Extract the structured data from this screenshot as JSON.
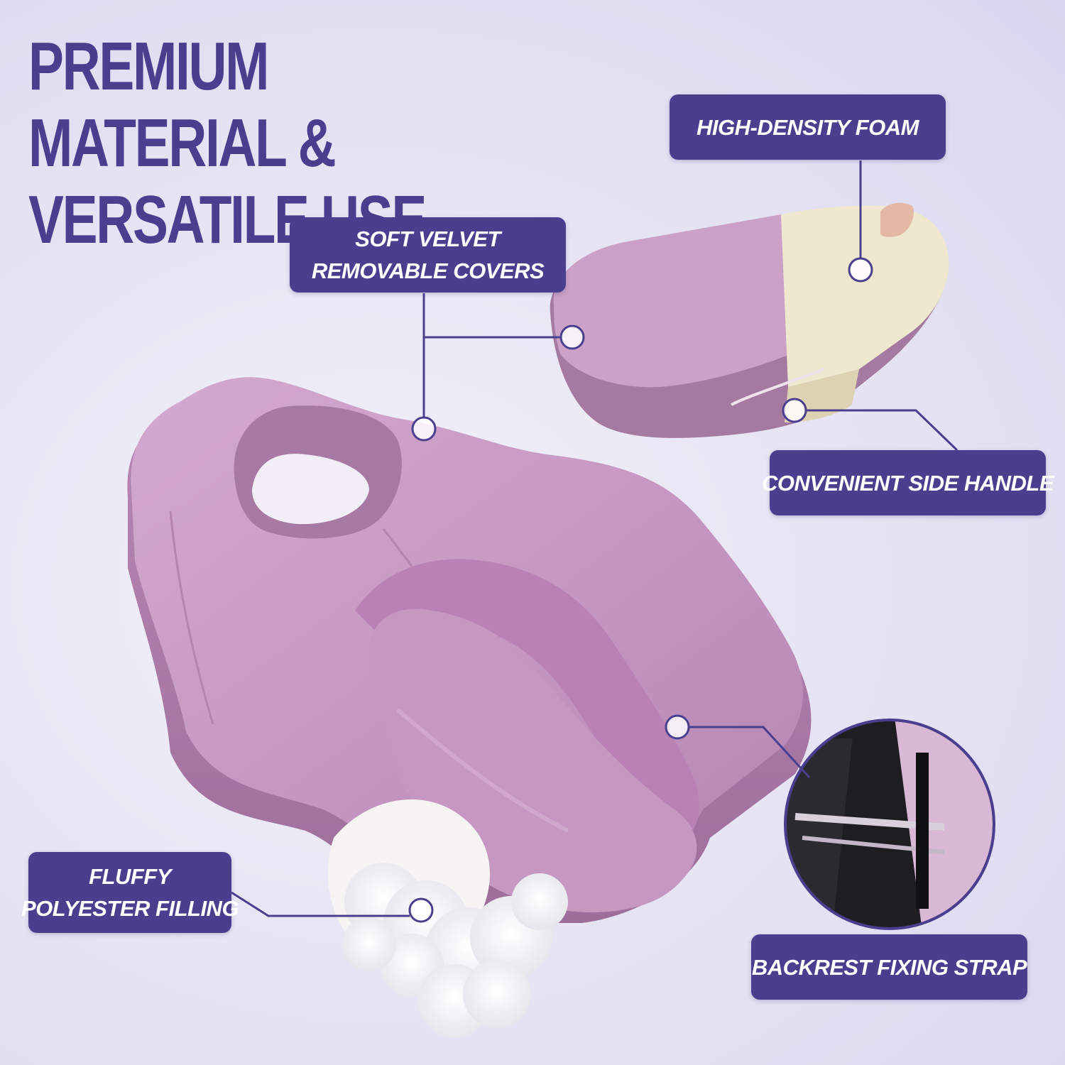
{
  "headline": {
    "line1": "PREMIUM MATERIAL &",
    "line2": "VERSATILE USE"
  },
  "callouts": {
    "foam": {
      "lines": [
        "HIGH-DENSITY FOAM"
      ]
    },
    "velvet": {
      "lines": [
        "SOFT VELVET",
        "REMOVABLE COVERS"
      ]
    },
    "handle": {
      "lines": [
        "CONVENIENT SIDE HANDLE"
      ]
    },
    "filling": {
      "lines": [
        "FLUFFY",
        "POLYESTER FILLING"
      ]
    },
    "strap": {
      "lines": [
        "BACKREST FIXING STRAP"
      ]
    }
  },
  "colors": {
    "brand_purple": "#4a3f8f",
    "pillow_lilac": "#c79ac4",
    "foam_cream": "#efe8cf",
    "background": "#e7e5f4"
  },
  "icons": {
    "marker": "circle-marker-icon",
    "pillow": "pillow-illustration",
    "foam_block": "foam-cutaway-illustration",
    "filling": "fiber-filling-illustration",
    "strap": "chair-strap-illustration"
  }
}
